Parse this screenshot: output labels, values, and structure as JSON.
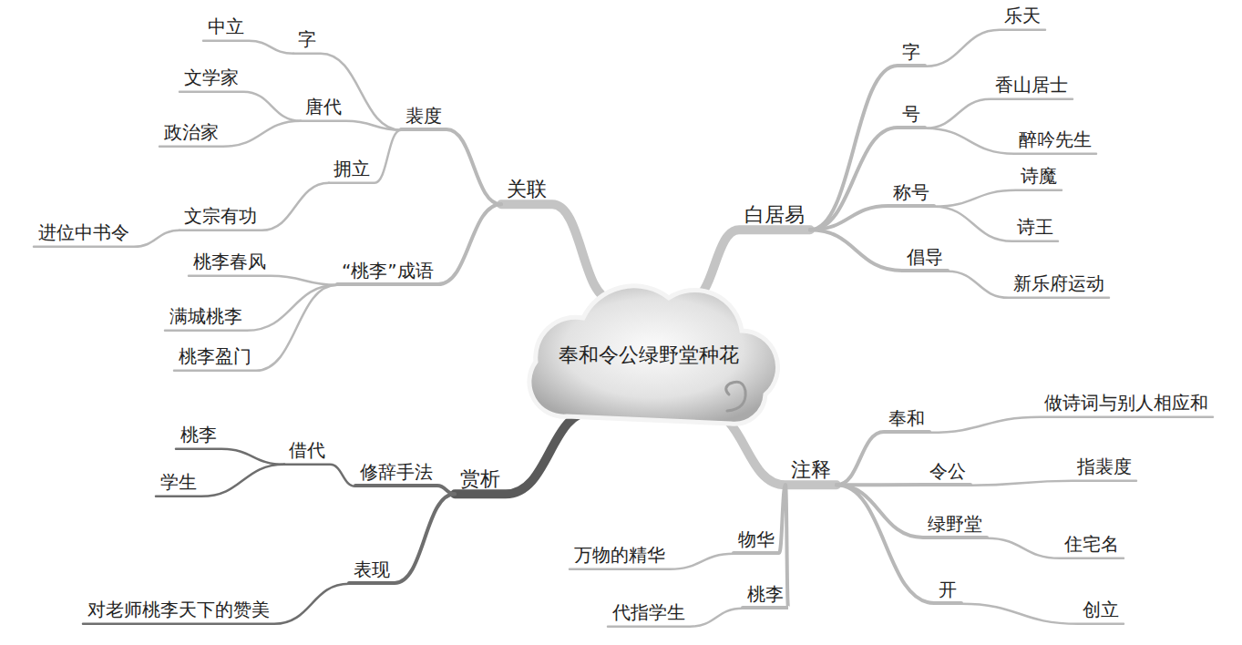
{
  "diagram": {
    "nodes": [
      {
        "text": [
          "奉和令公绿野堂种花"
        ]
      },
      {
        "text": [
          "关联"
        ]
      },
      {
        "text": [
          "裴度"
        ]
      },
      {
        "text": [
          "字"
        ]
      },
      {
        "text": [
          "中立"
        ]
      },
      {
        "text": [
          "唐代"
        ]
      },
      {
        "text": [
          "文学家"
        ]
      },
      {
        "text": [
          "政治家"
        ]
      },
      {
        "text": [
          "拥立"
        ]
      },
      {
        "text": [
          "文宗有功"
        ]
      },
      {
        "text": [
          "进位中书令"
        ]
      },
      {
        "text": [
          "“桃李”成语"
        ]
      },
      {
        "text": [
          "桃李春风"
        ]
      },
      {
        "text": [
          "满城桃李"
        ]
      },
      {
        "text": [
          "桃李盈门"
        ]
      },
      {
        "text": [
          "白居易"
        ]
      },
      {
        "text": [
          "字"
        ]
      },
      {
        "text": [
          "乐天"
        ]
      },
      {
        "text": [
          "号"
        ]
      },
      {
        "text": [
          "香山居士"
        ]
      },
      {
        "text": [
          "醉吟先生"
        ]
      },
      {
        "text": [
          "称号"
        ]
      },
      {
        "text": [
          "诗魔"
        ]
      },
      {
        "text": [
          "诗王"
        ]
      },
      {
        "text": [
          "倡导"
        ]
      },
      {
        "text": [
          "新乐府运动"
        ]
      },
      {
        "text": [
          "赏析"
        ]
      },
      {
        "text": [
          "修辞手法"
        ]
      },
      {
        "text": [
          "借代"
        ]
      },
      {
        "text": [
          "桃李"
        ]
      },
      {
        "text": [
          "学生"
        ]
      },
      {
        "text": [
          "表现"
        ]
      },
      {
        "text": [
          "对老师桃李天下的赞美"
        ]
      },
      {
        "text": [
          "注释"
        ]
      },
      {
        "text": [
          "奉和"
        ]
      },
      {
        "text": [
          "做诗词与别人相应和"
        ]
      },
      {
        "text": [
          "令公"
        ]
      },
      {
        "text": [
          "指裴度"
        ]
      },
      {
        "text": [
          "绿野堂"
        ]
      },
      {
        "text": [
          "住宅名"
        ]
      },
      {
        "text": [
          "开"
        ]
      },
      {
        "text": [
          "创立"
        ]
      },
      {
        "text": [
          "物华"
        ]
      },
      {
        "text": [
          "万物的精华"
        ]
      },
      {
        "text": [
          "桃李"
        ]
      },
      {
        "text": [
          "代指学生"
        ]
      }
    ],
    "edges": [
      {
        "from": 0,
        "to": 1,
        "arrow": "none"
      },
      {
        "from": 0,
        "to": 15,
        "arrow": "none"
      },
      {
        "from": 0,
        "to": 26,
        "arrow": "none"
      },
      {
        "from": 0,
        "to": 33,
        "arrow": "none"
      },
      {
        "from": 1,
        "to": 2,
        "arrow": "none"
      },
      {
        "from": 1,
        "to": 11,
        "arrow": "none"
      },
      {
        "from": 2,
        "to": 3,
        "arrow": "none"
      },
      {
        "from": 2,
        "to": 5,
        "arrow": "none"
      },
      {
        "from": 2,
        "to": 8,
        "arrow": "none"
      },
      {
        "from": 3,
        "to": 4,
        "arrow": "none"
      },
      {
        "from": 5,
        "to": 6,
        "arrow": "none"
      },
      {
        "from": 5,
        "to": 7,
        "arrow": "none"
      },
      {
        "from": 8,
        "to": 9,
        "arrow": "none"
      },
      {
        "from": 9,
        "to": 10,
        "arrow": "none"
      },
      {
        "from": 11,
        "to": 12,
        "arrow": "none"
      },
      {
        "from": 11,
        "to": 13,
        "arrow": "none"
      },
      {
        "from": 11,
        "to": 14,
        "arrow": "none"
      },
      {
        "from": 15,
        "to": 16,
        "arrow": "none"
      },
      {
        "from": 15,
        "to": 18,
        "arrow": "none"
      },
      {
        "from": 15,
        "to": 21,
        "arrow": "none"
      },
      {
        "from": 15,
        "to": 24,
        "arrow": "none"
      },
      {
        "from": 16,
        "to": 17,
        "arrow": "none"
      },
      {
        "from": 18,
        "to": 19,
        "arrow": "none"
      },
      {
        "from": 18,
        "to": 20,
        "arrow": "none"
      },
      {
        "from": 21,
        "to": 22,
        "arrow": "none"
      },
      {
        "from": 21,
        "to": 23,
        "arrow": "none"
      },
      {
        "from": 24,
        "to": 25,
        "arrow": "none"
      },
      {
        "from": 26,
        "to": 27,
        "arrow": "none"
      },
      {
        "from": 26,
        "to": 31,
        "arrow": "none"
      },
      {
        "from": 27,
        "to": 28,
        "arrow": "none"
      },
      {
        "from": 28,
        "to": 29,
        "arrow": "none"
      },
      {
        "from": 28,
        "to": 30,
        "arrow": "none"
      },
      {
        "from": 31,
        "to": 32,
        "arrow": "none"
      },
      {
        "from": 33,
        "to": 34,
        "arrow": "none"
      },
      {
        "from": 33,
        "to": 36,
        "arrow": "none"
      },
      {
        "from": 33,
        "to": 38,
        "arrow": "none"
      },
      {
        "from": 33,
        "to": 40,
        "arrow": "none"
      },
      {
        "from": 33,
        "to": 42,
        "arrow": "none"
      },
      {
        "from": 33,
        "to": 44,
        "arrow": "none"
      },
      {
        "from": 34,
        "to": 35,
        "arrow": "none"
      },
      {
        "from": 36,
        "to": 37,
        "arrow": "none"
      },
      {
        "from": 38,
        "to": 39,
        "arrow": "none"
      },
      {
        "from": 40,
        "to": 41,
        "arrow": "none"
      },
      {
        "from": 42,
        "to": 43,
        "arrow": "none"
      },
      {
        "from": 44,
        "to": 45,
        "arrow": "none"
      }
    ]
  }
}
